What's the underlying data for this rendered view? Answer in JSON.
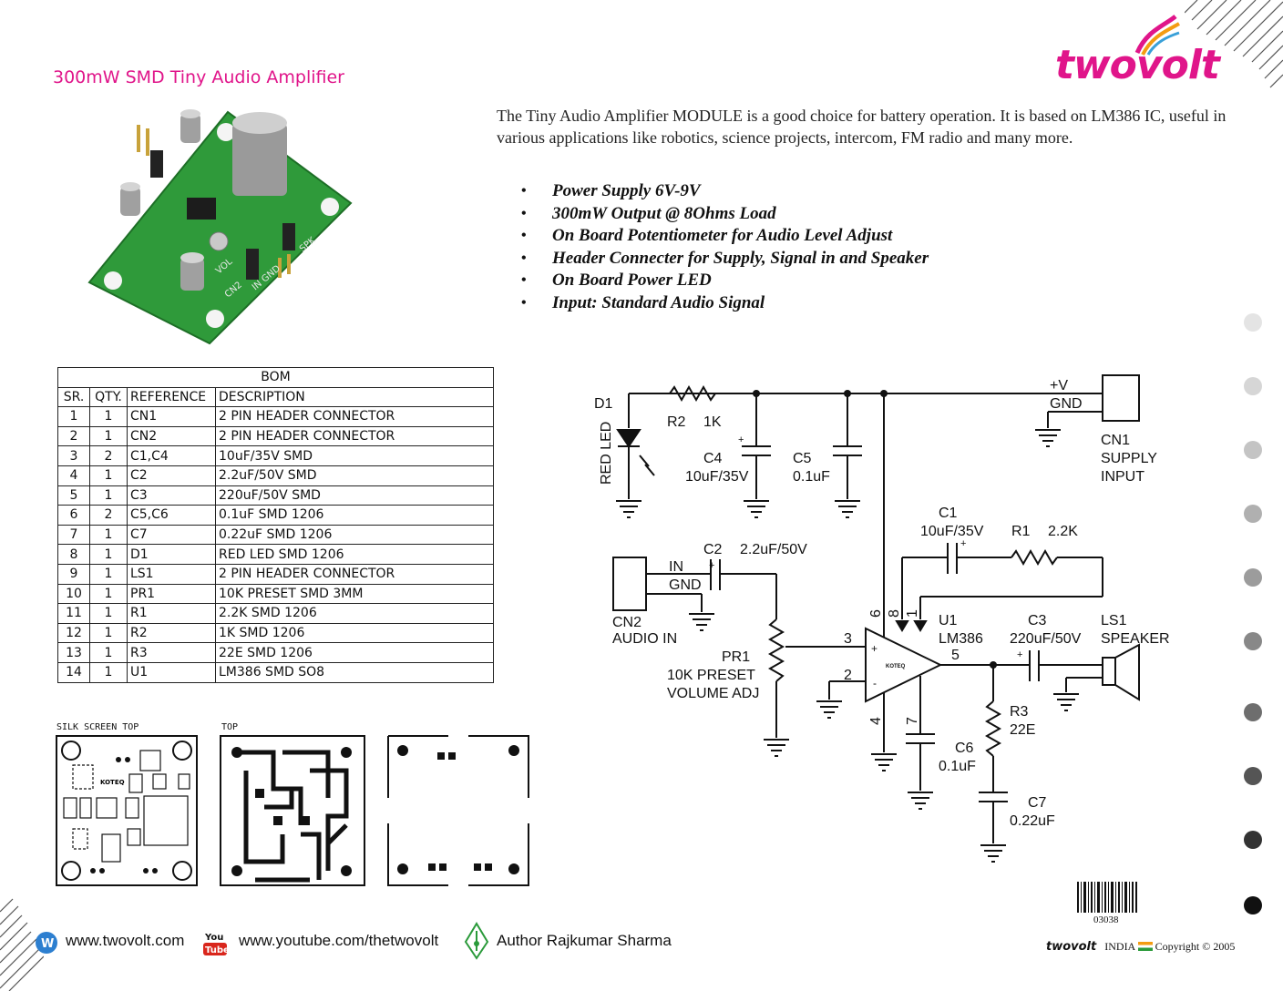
{
  "header": {
    "title": "300mW SMD Tiny Audio Amplifier",
    "logo_text": "twovolt",
    "colors": {
      "brand": "#e0158a",
      "pcb": "#2f9a3a"
    }
  },
  "intro": "The Tiny Audio Amplifier MODULE  is a good choice for battery operation. It is based on LM386 IC, useful in various applications like robotics, science projects, intercom, FM radio and many more.",
  "features": [
    "Power Supply 6V-9V",
    "300mW Output @ 8Ohms Load",
    "On Board Potentiometer for Audio Level Adjust",
    "Header Connecter for Supply, Signal in and Speaker",
    "On Board Power LED",
    "Input: Standard Audio Signal"
  ],
  "bom": {
    "title": "BOM",
    "headers": [
      "SR.",
      "QTY.",
      "REFERENCE",
      "DESCRIPTION"
    ],
    "rows": [
      [
        "1",
        "1",
        "CN1",
        "2 PIN HEADER CONNECTOR"
      ],
      [
        "2",
        "1",
        "CN2",
        "2 PIN HEADER CONNECTOR"
      ],
      [
        "3",
        "2",
        "C1,C4",
        "10uF/35V SMD"
      ],
      [
        "4",
        "1",
        "C2",
        "2.2uF/50V SMD"
      ],
      [
        "5",
        "1",
        "C3",
        "220uF/50V SMD"
      ],
      [
        "6",
        "2",
        "C5,C6",
        "0.1uF SMD 1206"
      ],
      [
        "7",
        "1",
        "C7",
        "0.22uF SMD 1206"
      ],
      [
        "8",
        "1",
        "D1",
        "RED LED SMD 1206"
      ],
      [
        "9",
        "1",
        "LS1",
        "2 PIN HEADER CONNECTOR"
      ],
      [
        "10",
        "1",
        "PR1",
        "10K PRESET SMD 3MM"
      ],
      [
        "11",
        "1",
        "R1",
        "2.2K SMD 1206"
      ],
      [
        "12",
        "1",
        "R2",
        "1K SMD 1206"
      ],
      [
        "13",
        "1",
        "R3",
        "22E SMD 1206"
      ],
      [
        "14",
        "1",
        "U1",
        "LM386 SMD SO8"
      ]
    ]
  },
  "pcb": {
    "silk_label": "SILK SCREEN TOP",
    "top_label": "TOP",
    "board_brand": "KOTEQ"
  },
  "schematic": {
    "labels": {
      "d1": "D1",
      "red_led": "RED LED",
      "r2": "R2",
      "r2v": "1K",
      "c4": "C4",
      "c4v": "10uF/35V",
      "c5": "C5",
      "c5v": "0.1uF",
      "plusv": "+V",
      "gnd1": "GND",
      "cn1": "CN1",
      "supply": "SUPPLY",
      "input": "INPUT",
      "c1": "C1",
      "c1v": "10uF/35V",
      "r1": "R1",
      "r1v": "2.2K",
      "c2": "C2",
      "c2v": "2.2uF/50V",
      "in": "IN",
      "gnd2": "GND",
      "cn2": "CN2",
      "audio_in": "AUDIO IN",
      "pr1": "PR1",
      "pr1v": "10K PRESET",
      "vol": "VOLUME  ADJ",
      "p6": "6",
      "p8": "8",
      "p1": "1",
      "p3": "3",
      "p2": "2",
      "p4": "4",
      "p7": "7",
      "p5": "5",
      "u1": "U1",
      "u1v": "LM386",
      "chip": "KOTEQ",
      "c3": "C3",
      "c3v": "220uF/50V",
      "ls1": "LS1",
      "speaker": "SPEAKER",
      "r3": "R3",
      "r3v": "22E",
      "c6": "C6",
      "c6v": "0.1uF",
      "c7": "C7",
      "c7v": "0.22uF",
      "plus": "+",
      "minus": "-"
    }
  },
  "barcode": "03038",
  "footer": {
    "website": "www.twovolt.com",
    "youtube": "www.youtube.com/thetwovolt",
    "author": "Author Rajkumar Sharma",
    "copy_brand": "twovolt",
    "copy_text": "INDIA",
    "copyright": "Copyright",
    "copy_symbol": "©",
    "year": "2005",
    "yt_top": "You",
    "yt_bottom": "Tube"
  }
}
